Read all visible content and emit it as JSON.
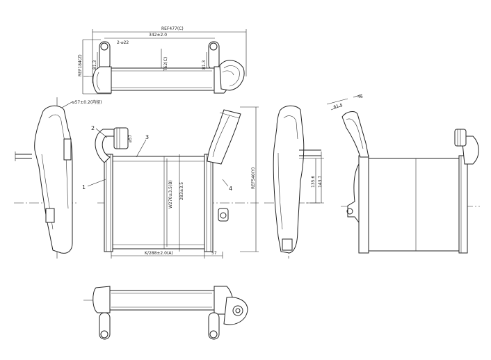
{
  "dimensions": {
    "ref_477": "REF477(C)",
    "d_342": "342±2.0",
    "d_2_m22": "2-⌀22",
    "ref_184": "REF184(Z)",
    "d_81_3_left": "81.3",
    "d_81_3_right": "81.3",
    "d_t62": "T62(C)",
    "d_57_id": "⌀57±0.2(内径)",
    "d_57_small": "⌀57",
    "d_w270": "W270±3.5(B)",
    "d_283": "283±3.5",
    "d_ref540": "REF540(Y)",
    "d_k288": "K/288±2.0(A)",
    "d_57_right": "57",
    "d_61_5": "61.5",
    "d_46": "46",
    "d_135_6": "135.6",
    "d_143_7": "143.7"
  },
  "callouts": [
    "1",
    "2",
    "3",
    "4"
  ]
}
